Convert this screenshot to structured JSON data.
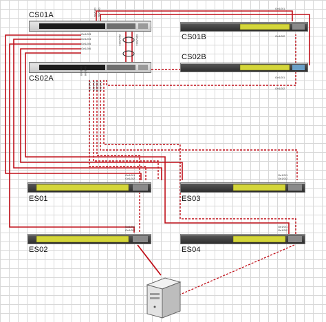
{
  "diagram": {
    "colors": {
      "link": "#c0101a",
      "grid": "#d8d8d8",
      "port_block": "#d4d63a"
    },
    "core_switches": [
      {
        "id": "cs01a",
        "label": "CS01A",
        "ports": [
          "Ge1/0/1",
          "Ge1/0/2",
          "Ge1/0/3",
          "Ge1/0/4",
          "Ge1/0/5",
          "Ge1/0/6",
          "Ge1/0/23",
          "Ge1/0/24"
        ]
      },
      {
        "id": "cs01b",
        "label": "CS01B",
        "ports": [
          "Ge1/0/1",
          "Ge1/0/2"
        ]
      },
      {
        "id": "cs02a",
        "label": "CS02A",
        "ports": [
          "Ge1/0/1",
          "Ge1/0/2",
          "Ge1/0/3",
          "Ge1/0/4",
          "Ge1/0/5",
          "Ge1/0/6"
        ]
      },
      {
        "id": "cs02b",
        "label": "CS02B",
        "ports": [
          "Ge1/0/1",
          "Ge1/0/2"
        ]
      }
    ],
    "edge_switches": [
      {
        "id": "es01",
        "label": "ES01",
        "ports": [
          "Ge1/0/1",
          "Ge1/0/2"
        ]
      },
      {
        "id": "es02",
        "label": "ES02",
        "ports": [
          "Ge1/0/1",
          "Ge1/0/2"
        ]
      },
      {
        "id": "es03",
        "label": "ES03",
        "ports": [
          "Ge1/0/1",
          "Ge1/0/2"
        ]
      },
      {
        "id": "es04",
        "label": "ES04",
        "ports": [
          "Ge1/0/1",
          "Ge1/0/2"
        ]
      }
    ],
    "icons": [
      "server-icon"
    ]
  }
}
